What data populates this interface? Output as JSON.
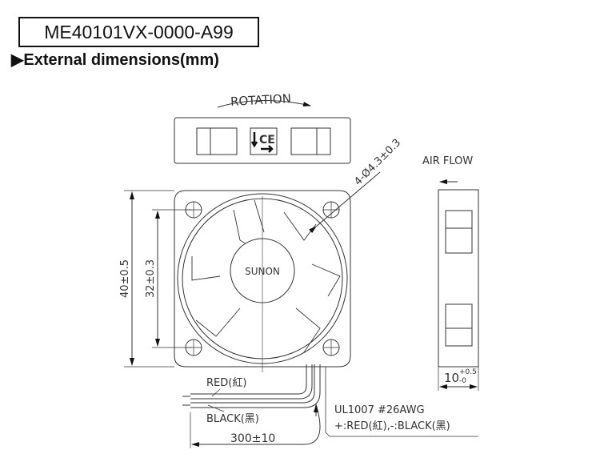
{
  "model": "ME40101VX-0000-A99",
  "heading": {
    "marker": "▶",
    "text": "External dimensions(mm)"
  },
  "drawing": {
    "rotation_label": "ROTATION",
    "airflow_label": "AIR FLOW",
    "brand": "SUNON",
    "hole_spec": "4-Ø4.3±0.3",
    "dim_outer": "40±0.5",
    "dim_hole_pitch": "32±0.3",
    "dim_thickness": "10",
    "dim_thickness_tol_plus": "+0.5",
    "dim_thickness_tol_minus": "-0",
    "wire_red": "RED(紅)",
    "wire_black": "BLACK(黑)",
    "wire_length": "300±10",
    "wire_spec": "UL1007  #26AWG",
    "wire_polarity": "+:RED(紅),-:BLACK(黑)",
    "label_icons": [
      "arrow-down-icon",
      "ce-mark-icon",
      "arrow-right-icon"
    ]
  }
}
